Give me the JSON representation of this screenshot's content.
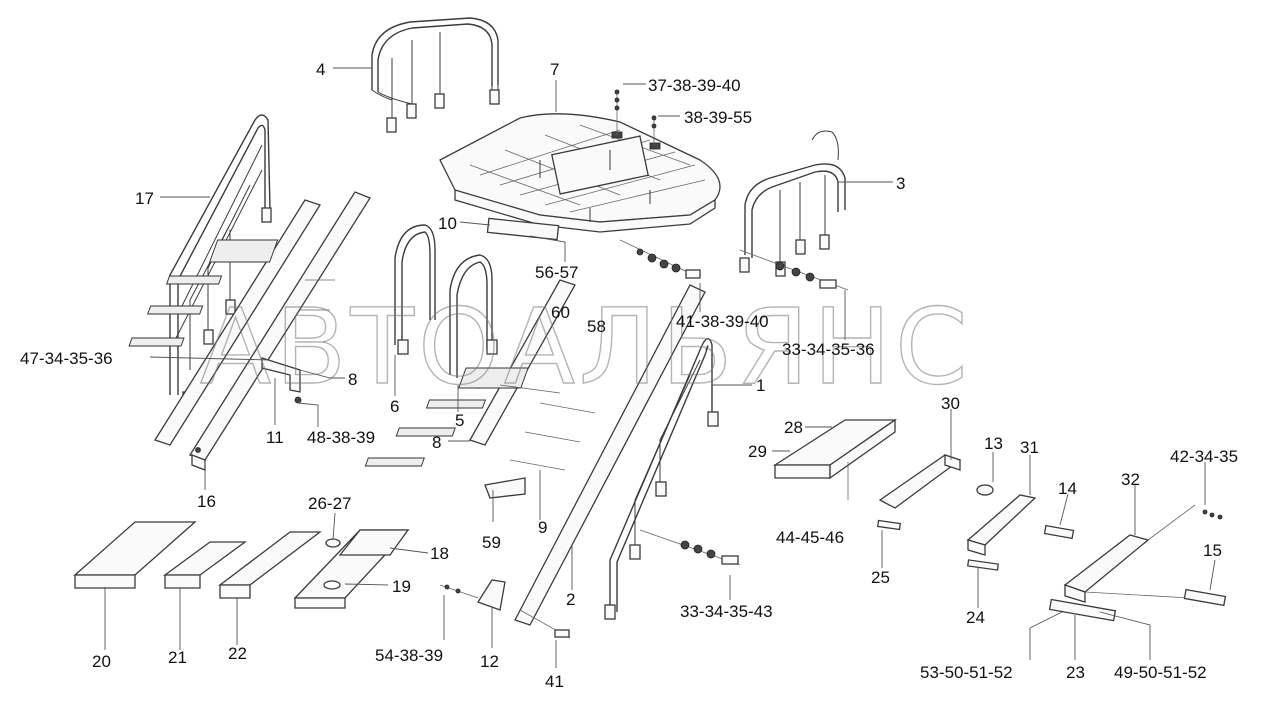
{
  "watermark": "АВТОАЛЬЯНС",
  "callouts": [
    {
      "id": "c4",
      "text": "4"
    },
    {
      "id": "c7",
      "text": "7"
    },
    {
      "id": "c37",
      "text": "37-38-39-40"
    },
    {
      "id": "c38",
      "text": "38-39-55"
    },
    {
      "id": "c3",
      "text": "3"
    },
    {
      "id": "c17",
      "text": "17"
    },
    {
      "id": "c10",
      "text": "10"
    },
    {
      "id": "c56",
      "text": "56-57"
    },
    {
      "id": "c60",
      "text": "60"
    },
    {
      "id": "c58",
      "text": "58"
    },
    {
      "id": "c41a",
      "text": "41-38-39-40"
    },
    {
      "id": "c33a",
      "text": "33-34-35-36"
    },
    {
      "id": "c47",
      "text": "47-34-35-36"
    },
    {
      "id": "c8a",
      "text": "8"
    },
    {
      "id": "c6",
      "text": "6"
    },
    {
      "id": "c5",
      "text": "5"
    },
    {
      "id": "c1",
      "text": "1"
    },
    {
      "id": "c11",
      "text": "11"
    },
    {
      "id": "c48",
      "text": "48-38-39"
    },
    {
      "id": "c8b",
      "text": "8"
    },
    {
      "id": "c16",
      "text": "16"
    },
    {
      "id": "c28",
      "text": "28"
    },
    {
      "id": "c29",
      "text": "29"
    },
    {
      "id": "c30",
      "text": "30"
    },
    {
      "id": "c13",
      "text": "13"
    },
    {
      "id": "c31",
      "text": "31"
    },
    {
      "id": "c14",
      "text": "14"
    },
    {
      "id": "c32",
      "text": "32"
    },
    {
      "id": "c42",
      "text": "42-34-35"
    },
    {
      "id": "c9",
      "text": "9"
    },
    {
      "id": "c59",
      "text": "59"
    },
    {
      "id": "c44",
      "text": "44-45-46"
    },
    {
      "id": "c25",
      "text": "25"
    },
    {
      "id": "c15",
      "text": "15"
    },
    {
      "id": "c26",
      "text": "26-27"
    },
    {
      "id": "c18",
      "text": "18"
    },
    {
      "id": "c19",
      "text": "19"
    },
    {
      "id": "c2",
      "text": "2"
    },
    {
      "id": "c33b",
      "text": "33-34-35-43"
    },
    {
      "id": "c24",
      "text": "24"
    },
    {
      "id": "c20",
      "text": "20"
    },
    {
      "id": "c21",
      "text": "21"
    },
    {
      "id": "c22",
      "text": "22"
    },
    {
      "id": "c54",
      "text": "54-38-39"
    },
    {
      "id": "c12",
      "text": "12"
    },
    {
      "id": "c41b",
      "text": "41"
    },
    {
      "id": "c53",
      "text": "53-50-51-52"
    },
    {
      "id": "c23",
      "text": "23"
    },
    {
      "id": "c49",
      "text": "49-50-51-52"
    }
  ]
}
